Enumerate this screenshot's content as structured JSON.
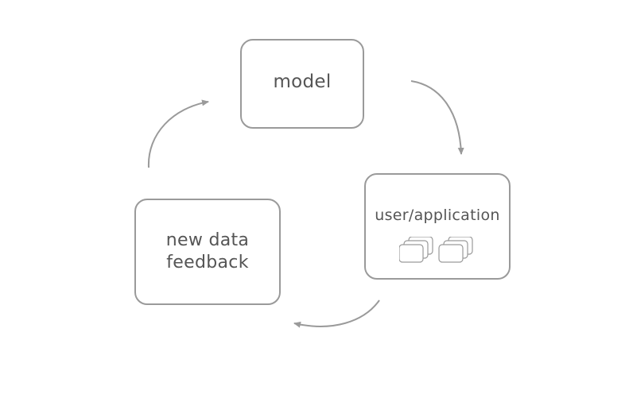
{
  "nodes": {
    "model": {
      "label": "model"
    },
    "user_application": {
      "label": "user/application",
      "icon": "stacked-cards-icon"
    },
    "new_data_feedback": {
      "line1": "new data",
      "line2": "feedback"
    }
  },
  "arrows": [
    {
      "from": "model",
      "to": "user_application"
    },
    {
      "from": "user_application",
      "to": "new_data_feedback"
    },
    {
      "from": "new_data_feedback",
      "to": "model"
    }
  ],
  "colors": {
    "stroke": "#9a9a9a",
    "text": "#555555",
    "background": "#ffffff"
  }
}
